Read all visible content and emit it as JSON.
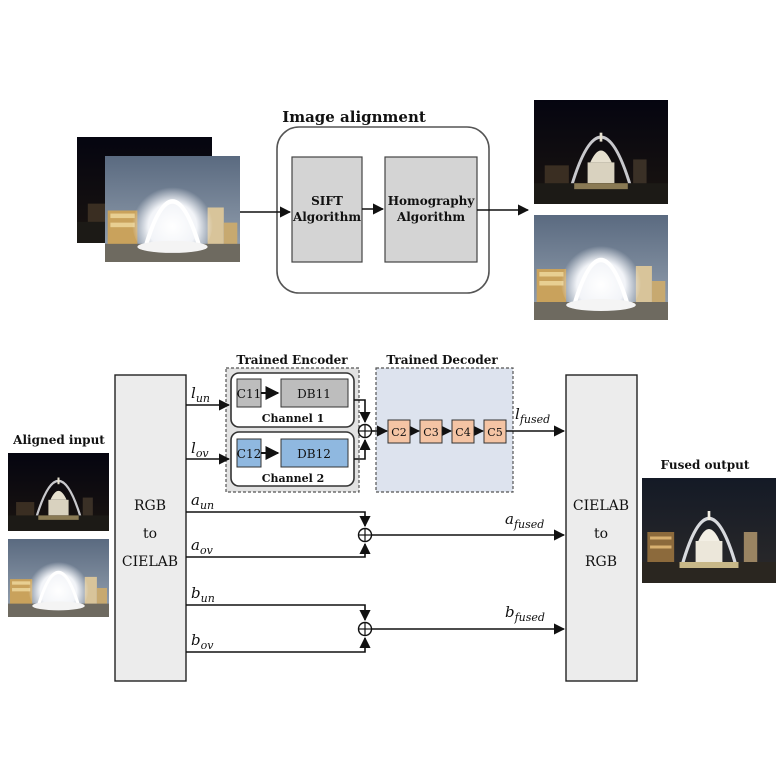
{
  "alignment": {
    "title": "Image alignment",
    "sift_line1": "SIFT",
    "sift_line2": "Algorithm",
    "homography_line1": "Homography",
    "homography_line2": "Algorithm"
  },
  "encoder": {
    "title": "Trained Encoder",
    "ch1_conv": "C11",
    "ch1_block": "DB11",
    "ch1_label": "Channel 1",
    "ch2_conv": "C12",
    "ch2_block": "DB12",
    "ch2_label": "Channel 2"
  },
  "decoder": {
    "title": "Trained Decoder",
    "layers": [
      "C2",
      "C3",
      "C4",
      "C5"
    ]
  },
  "rgb_block": {
    "line1": "RGB",
    "line2": "to",
    "line3": "CIELAB"
  },
  "cielab_block": {
    "line1": "CIELAB",
    "line2": "to",
    "line3": "RGB"
  },
  "signals": {
    "l_un": {
      "base": "l",
      "sub": "un"
    },
    "l_ov": {
      "base": "l",
      "sub": "ov"
    },
    "a_un": {
      "base": "a",
      "sub": "un"
    },
    "a_ov": {
      "base": "a",
      "sub": "ov"
    },
    "b_un": {
      "base": "b",
      "sub": "un"
    },
    "b_ov": {
      "base": "b",
      "sub": "ov"
    },
    "l_fused": {
      "base": "l",
      "sub": "fused"
    },
    "a_fused": {
      "base": "a",
      "sub": "fused"
    },
    "b_fused": {
      "base": "b",
      "sub": "fused"
    }
  },
  "labels": {
    "aligned_input": "Aligned input",
    "fused_output": "Fused output"
  },
  "colors": {
    "gray_block": "#d4d4d4",
    "blue_block": "#8fb8e0",
    "orange_layer": "#f4c4a4",
    "decoder_bg": "#dde3ee"
  }
}
